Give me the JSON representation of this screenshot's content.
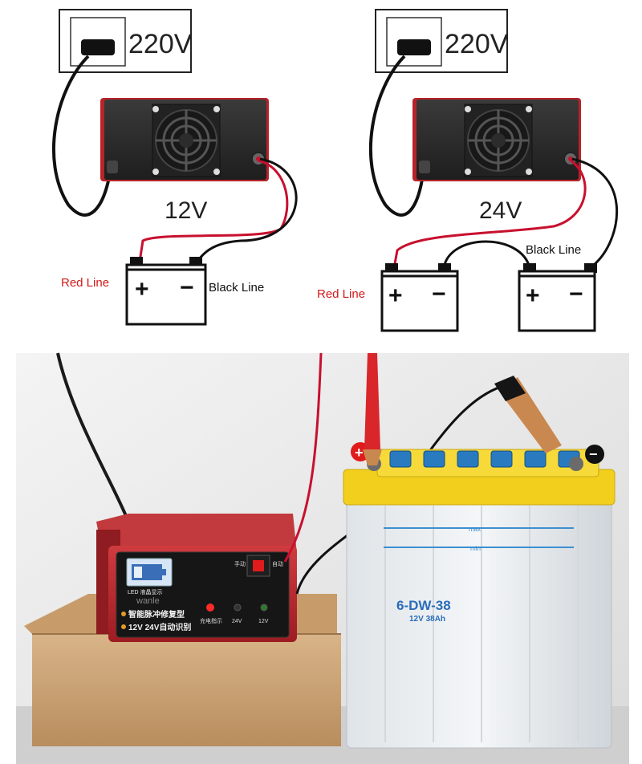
{
  "wiring_12v": {
    "mains_label": "220V",
    "voltage_label": "12V",
    "red_line_label": "Red Line",
    "black_line_label": "Black Line",
    "battery_plus": "+",
    "battery_minus": "−"
  },
  "wiring_24v": {
    "mains_label": "220V",
    "voltage_label": "24V",
    "red_line_label": "Red Line",
    "black_line_label": "Black Line",
    "battery1_plus": "+",
    "battery1_minus": "−",
    "battery2_plus": "+",
    "battery2_minus": "−"
  },
  "photo": {
    "charger": {
      "lcd_label": "LED 液晶显示",
      "brand": "wanle",
      "feature_1": "智能脉冲修复型",
      "feature_2": "12V 24V自动识别",
      "switch_left": "手动",
      "switch_right": "自动",
      "indicator_charge": "充电指示",
      "indicator_24v": "24V",
      "indicator_12v": "12V"
    },
    "battery": {
      "model": "6-DW-38",
      "spec": "12V 38Ah",
      "max_label": "max",
      "min_label": "min",
      "positive_terminal": "+",
      "negative_terminal": "−"
    }
  },
  "colors": {
    "red_wire": "#c8102e",
    "black_wire": "#111111",
    "label_red": "#d11a1a",
    "charger_red": "#b8232a",
    "battery_yellow": "#f2cf1d",
    "terminal_blue": "#2a7ac0"
  }
}
